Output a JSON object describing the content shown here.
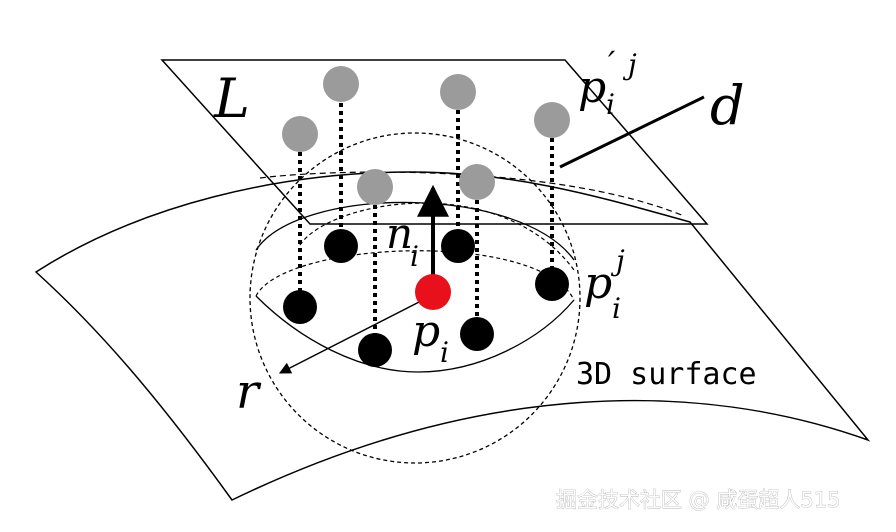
{
  "labels": {
    "plane": "L",
    "distance": "d",
    "radius": "r",
    "normal": "n",
    "normal_sub": "i",
    "center": "p",
    "center_sub": "i",
    "neighbor": "p",
    "neighbor_sub": "i",
    "neighbor_sup": "j",
    "projected": "p",
    "projected_prime": "′",
    "projected_sub": "i",
    "projected_sup": "j",
    "surface": "3D surface"
  },
  "watermark": "掘金技术社区 @ 咸蛋超人515",
  "colors": {
    "center_point": "#e8101a",
    "neighbor_point": "#000000",
    "projected_point": "#9b9b9b"
  }
}
